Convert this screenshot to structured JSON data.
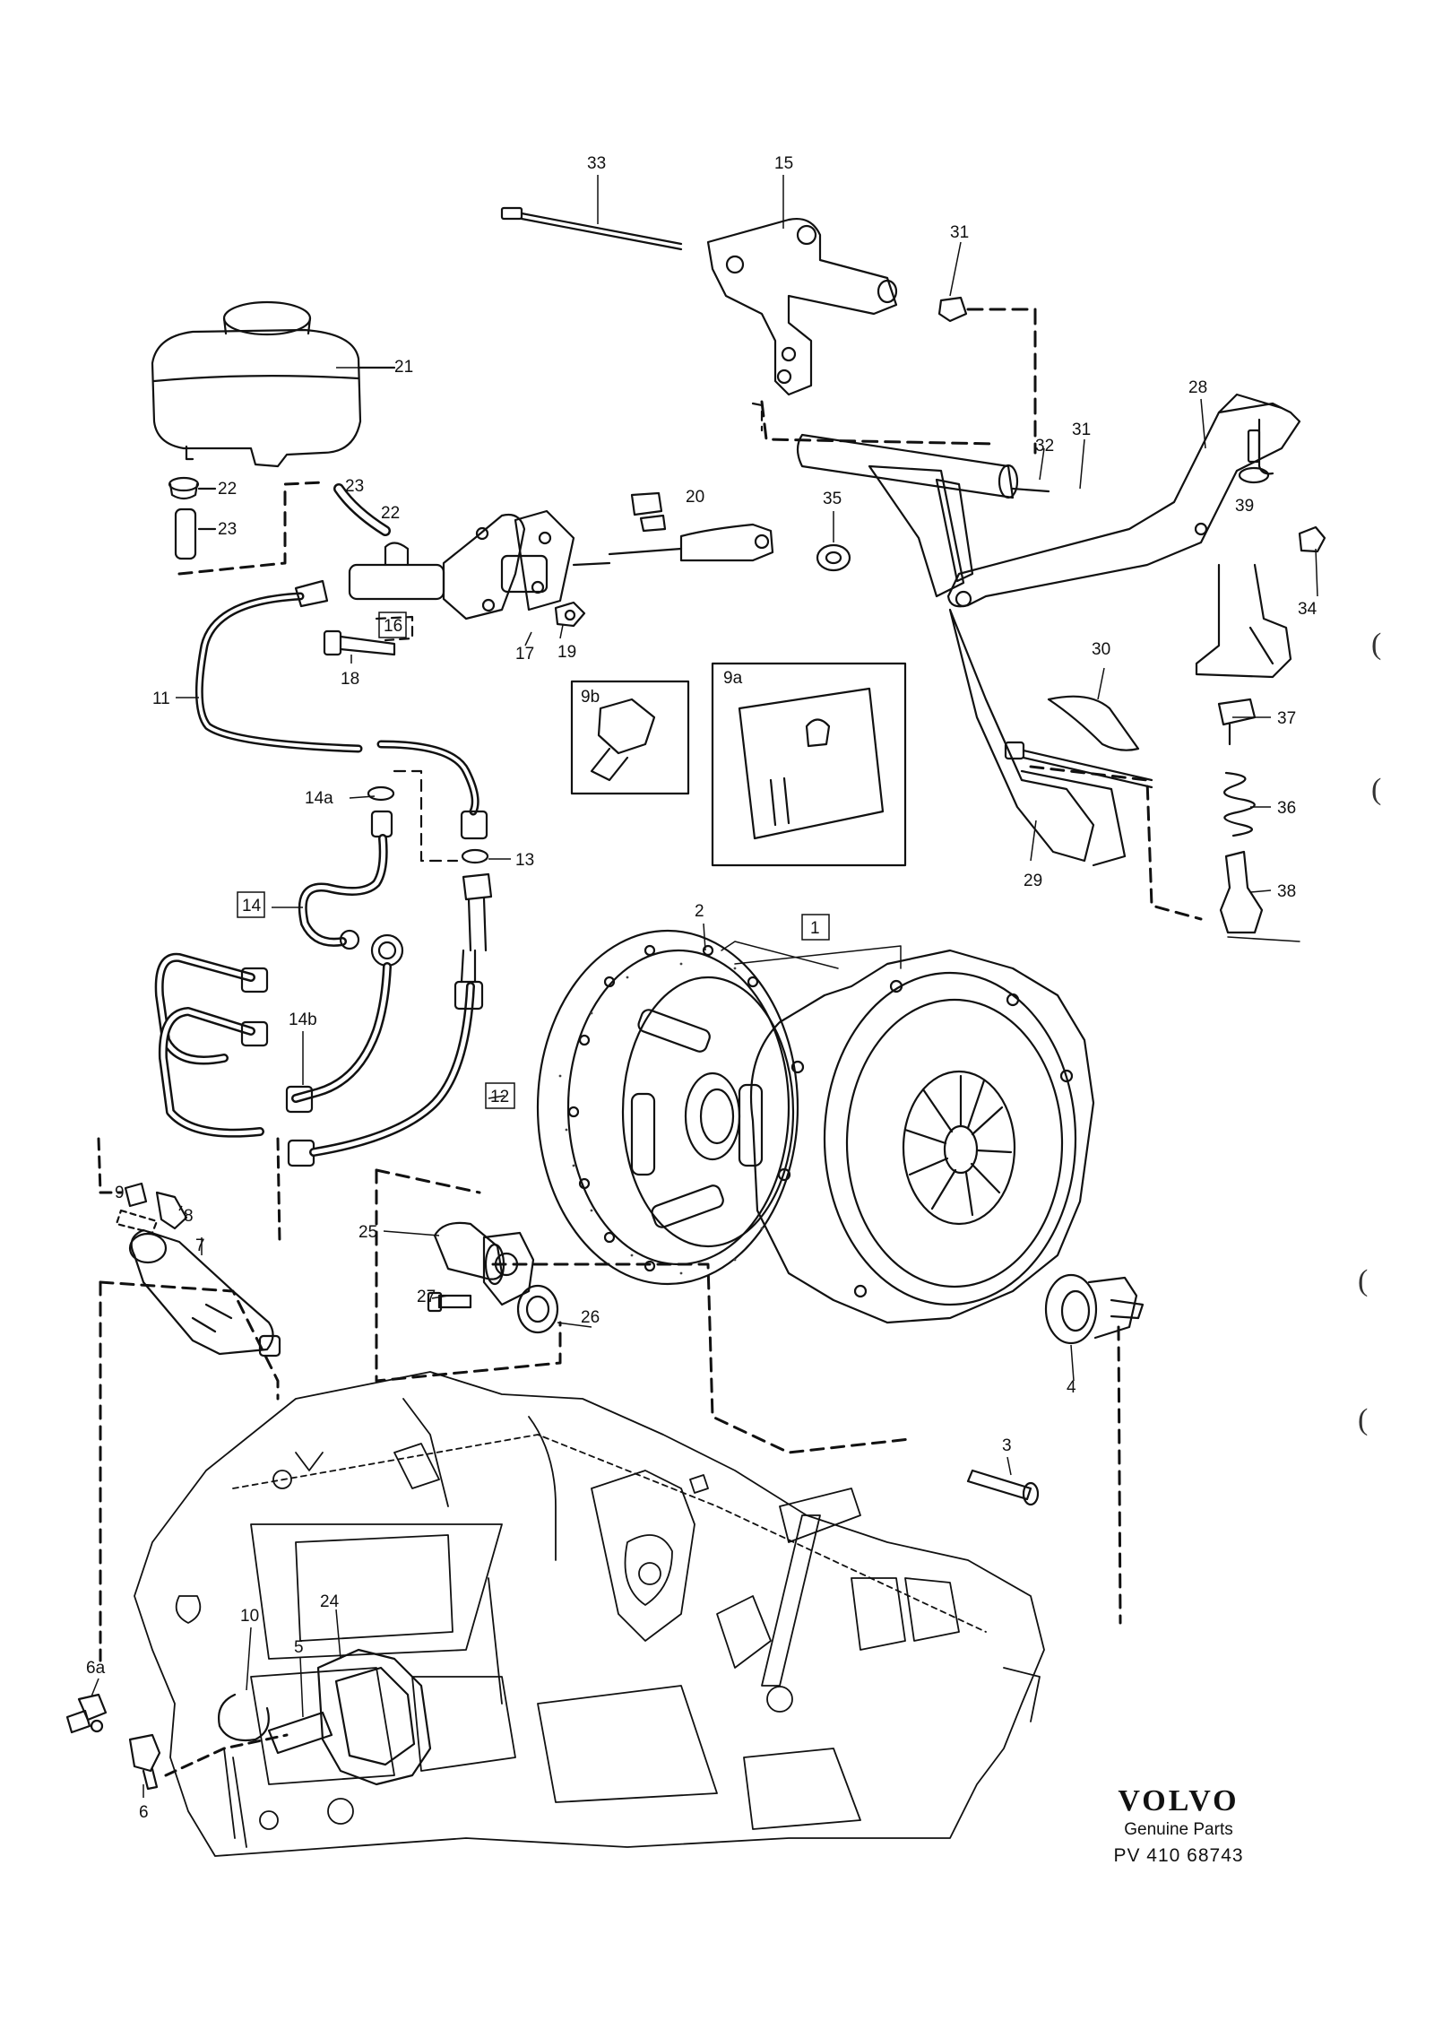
{
  "callouts": [
    "33",
    "15",
    "31",
    "21",
    "23",
    "22",
    "22",
    "23",
    "20",
    "35",
    "32",
    "31",
    "28",
    "39",
    "34",
    "16",
    "17",
    "19",
    "18",
    "11",
    "9b",
    "9a",
    "30",
    "37",
    "36",
    "38",
    "29",
    "14a",
    "13",
    "14",
    "2",
    "1",
    "14b",
    "12",
    "9",
    "8",
    "7",
    "25",
    "27",
    "26",
    "4",
    "3",
    "24",
    "10",
    "5",
    "6a",
    "6"
  ],
  "brand": {
    "logo": "VOLVO",
    "subtitle": "Genuine Parts",
    "code": "PV 410 68743"
  }
}
